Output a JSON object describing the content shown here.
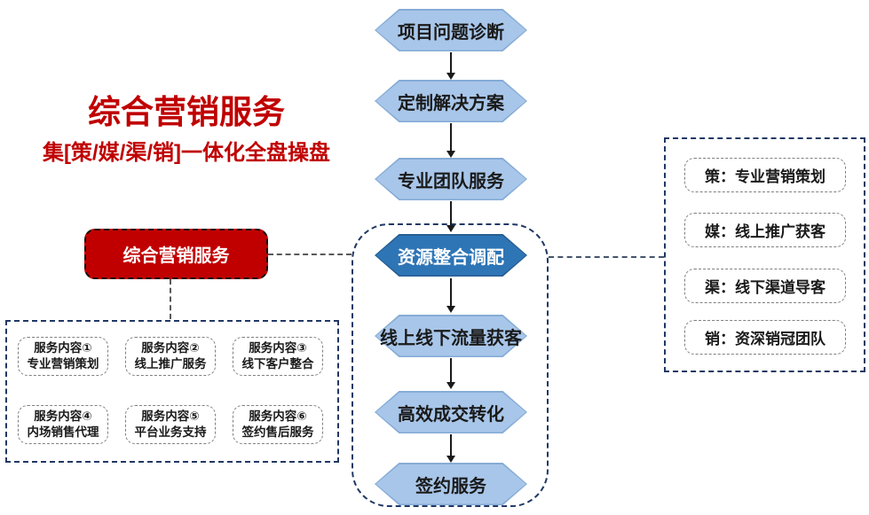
{
  "header": {
    "title": "综合营销服务",
    "subtitle": "集[策/媒/渠/销]一体化全盘操盘"
  },
  "flow": {
    "steps": [
      {
        "label": "项目问题诊断",
        "variant": "light"
      },
      {
        "label": "定制解决方案",
        "variant": "light"
      },
      {
        "label": "专业团队服务",
        "variant": "light"
      },
      {
        "label": "资源整合调配",
        "variant": "dark"
      },
      {
        "label": "线上线下流量获客",
        "variant": "light"
      },
      {
        "label": "高效成交转化",
        "variant": "light"
      },
      {
        "label": "签约服务",
        "variant": "light"
      }
    ]
  },
  "marketing_box": {
    "label": "综合营销服务"
  },
  "services_panel": {
    "items": [
      {
        "line1": "服务内容①",
        "line2": "专业营销策划"
      },
      {
        "line1": "服务内容②",
        "line2": "线上推广服务"
      },
      {
        "line1": "服务内容③",
        "line2": "线下客户整合"
      },
      {
        "line1": "服务内容④",
        "line2": "内场销售代理"
      },
      {
        "line1": "服务内容⑤",
        "line2": "平台业务支持"
      },
      {
        "line1": "服务内容⑥",
        "line2": "签约售后服务"
      }
    ]
  },
  "legend_panel": {
    "items": [
      "策：专业营销策划",
      "媒：线上推广获客",
      "渠：线下渠道导客",
      "销：资深销冠团队"
    ]
  },
  "colors": {
    "accent_red": "#C00000",
    "hex_light_fill": "#A8C6E9",
    "hex_light_border": "#85ABD6",
    "hex_dark_fill": "#2E75B6",
    "dashed_container": "#203864",
    "dashed_box_border": "#7F7F7F",
    "connector": "#595959",
    "arrow": "#1a1a1a"
  }
}
